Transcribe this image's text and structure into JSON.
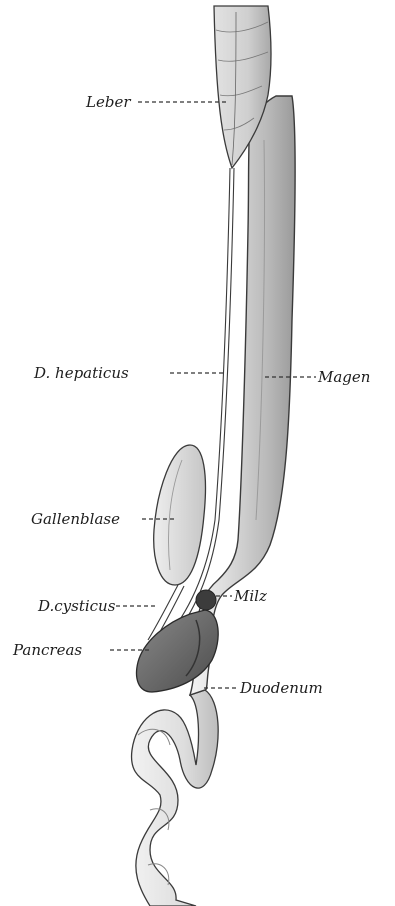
{
  "labels": {
    "leber": "Leber",
    "hepaticus": "D. hepaticus",
    "magen": "Magen",
    "gallenblase": "Gallenblase",
    "milz": "Milz",
    "cysticus": "D.cysticus",
    "pancreas": "Pancreas",
    "duodenum": "Duodenum"
  },
  "colors": {
    "outline": "#3a3a3a",
    "organ_fill": "#d8d8d8",
    "organ_shade": "#a8a8a8",
    "dark_organ": "#555555",
    "leader": "#333333"
  }
}
